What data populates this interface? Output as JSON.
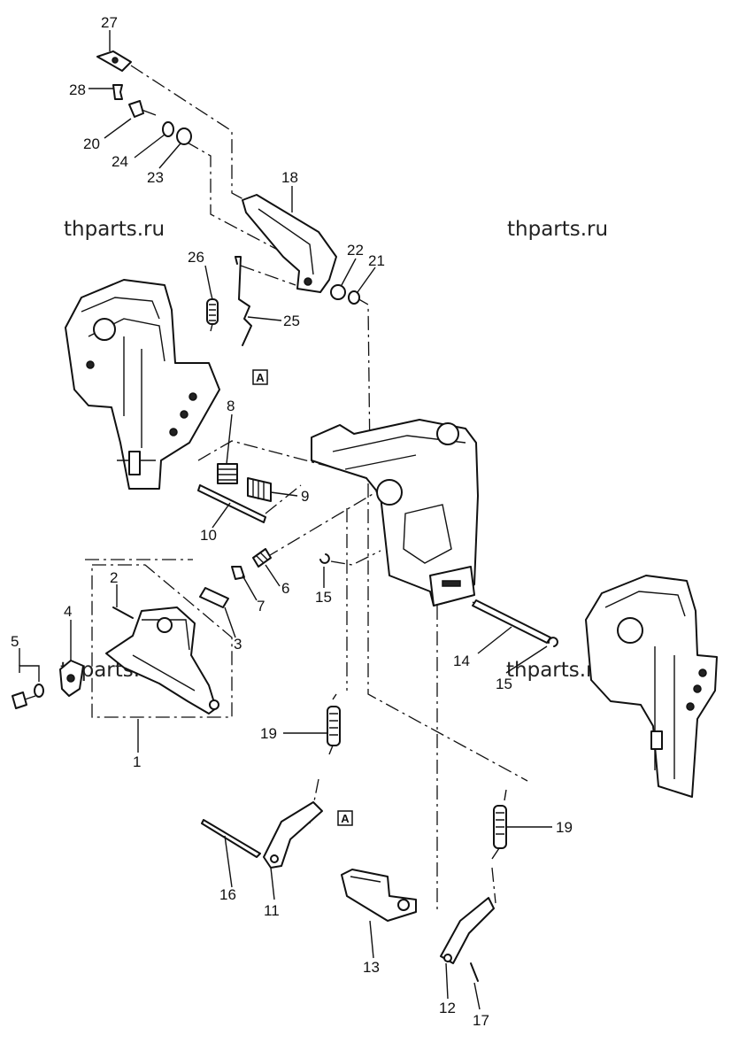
{
  "watermarks": [
    "thparts.ru",
    "thparts.ru",
    "thparts.ru",
    "thparts.ru"
  ],
  "callouts": {
    "c1": "1",
    "c2": "2",
    "c3": "3",
    "c4": "4",
    "c5": "5",
    "c6": "6",
    "c7": "7",
    "c8": "8",
    "c9": "9",
    "c10": "10",
    "c11": "11",
    "c12": "12",
    "c13": "13",
    "c14": "14",
    "c15a": "15",
    "c15b": "15",
    "c16": "16",
    "c17": "17",
    "c18": "18",
    "c19a": "19",
    "c19b": "19",
    "c20": "20",
    "c21": "21",
    "c22": "22",
    "c23": "23",
    "c24": "24",
    "c25": "25",
    "c26": "26",
    "c27": "27",
    "c28": "28"
  },
  "reference_marks": [
    "A",
    "A"
  ]
}
